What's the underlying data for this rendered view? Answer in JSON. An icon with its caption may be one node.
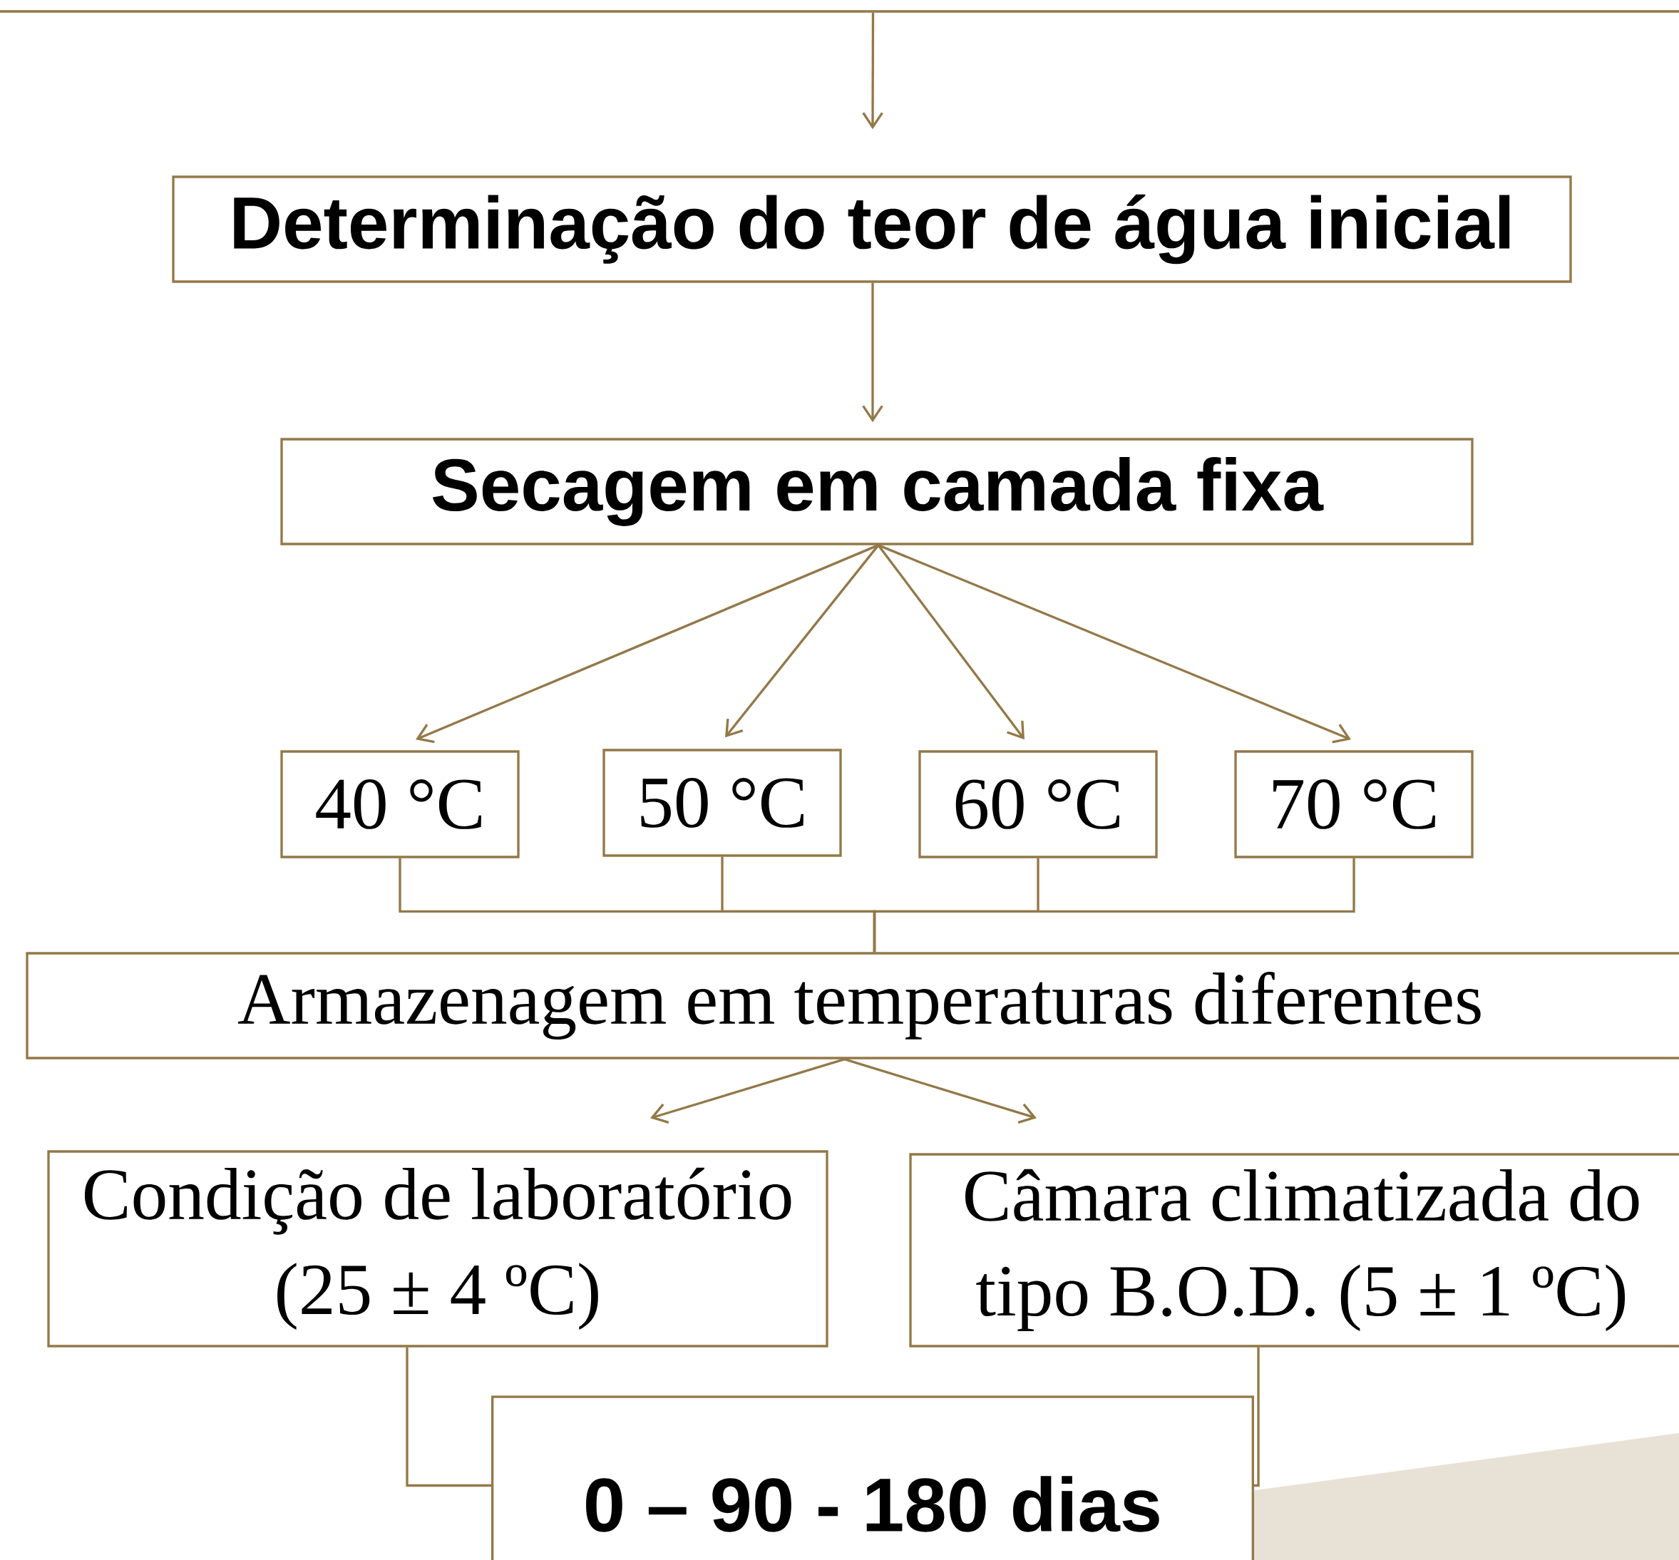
{
  "diagram": {
    "nodes": [
      {
        "text": [],
        "shape": "box"
      },
      {
        "text": [
          "Determinação do teor de água inicial"
        ]
      },
      {
        "text": [
          "Secagem em camada fixa"
        ]
      },
      {
        "text": [
          "40 °C"
        ]
      },
      {
        "text": [
          "50 °C"
        ]
      },
      {
        "text": [
          "60 °C"
        ]
      },
      {
        "text": [
          "70 °C"
        ]
      },
      {
        "text": [
          "Armazenagem em temperaturas diferentes"
        ]
      },
      {
        "text": [
          "Condição de laboratório (25 ± 4 ºC)"
        ]
      },
      {
        "text": [
          "Câmara climatizada do tipo B.O.D. (5 ± 1 ºC)"
        ]
      },
      {
        "text": [
          "0 – 90 - 180 dias"
        ]
      }
    ],
    "edges": [
      {
        "from": 0,
        "to": 1,
        "arrow": "to"
      },
      {
        "from": 1,
        "to": 2,
        "arrow": "to"
      },
      {
        "from": 2,
        "to": 3,
        "arrow": "to"
      },
      {
        "from": 2,
        "to": 4,
        "arrow": "to"
      },
      {
        "from": 2,
        "to": 5,
        "arrow": "to"
      },
      {
        "from": 2,
        "to": 6,
        "arrow": "to"
      },
      {
        "from": 3,
        "to": 7,
        "arrow": "none"
      },
      {
        "from": 4,
        "to": 7,
        "arrow": "none"
      },
      {
        "from": 5,
        "to": 7,
        "arrow": "none"
      },
      {
        "from": 6,
        "to": 7,
        "arrow": "none"
      },
      {
        "from": 7,
        "to": 8,
        "arrow": "to"
      },
      {
        "from": 7,
        "to": 9,
        "arrow": "to"
      },
      {
        "from": 8,
        "to": 10,
        "arrow": "none"
      },
      {
        "from": 9,
        "to": 10,
        "arrow": "none"
      }
    ]
  }
}
